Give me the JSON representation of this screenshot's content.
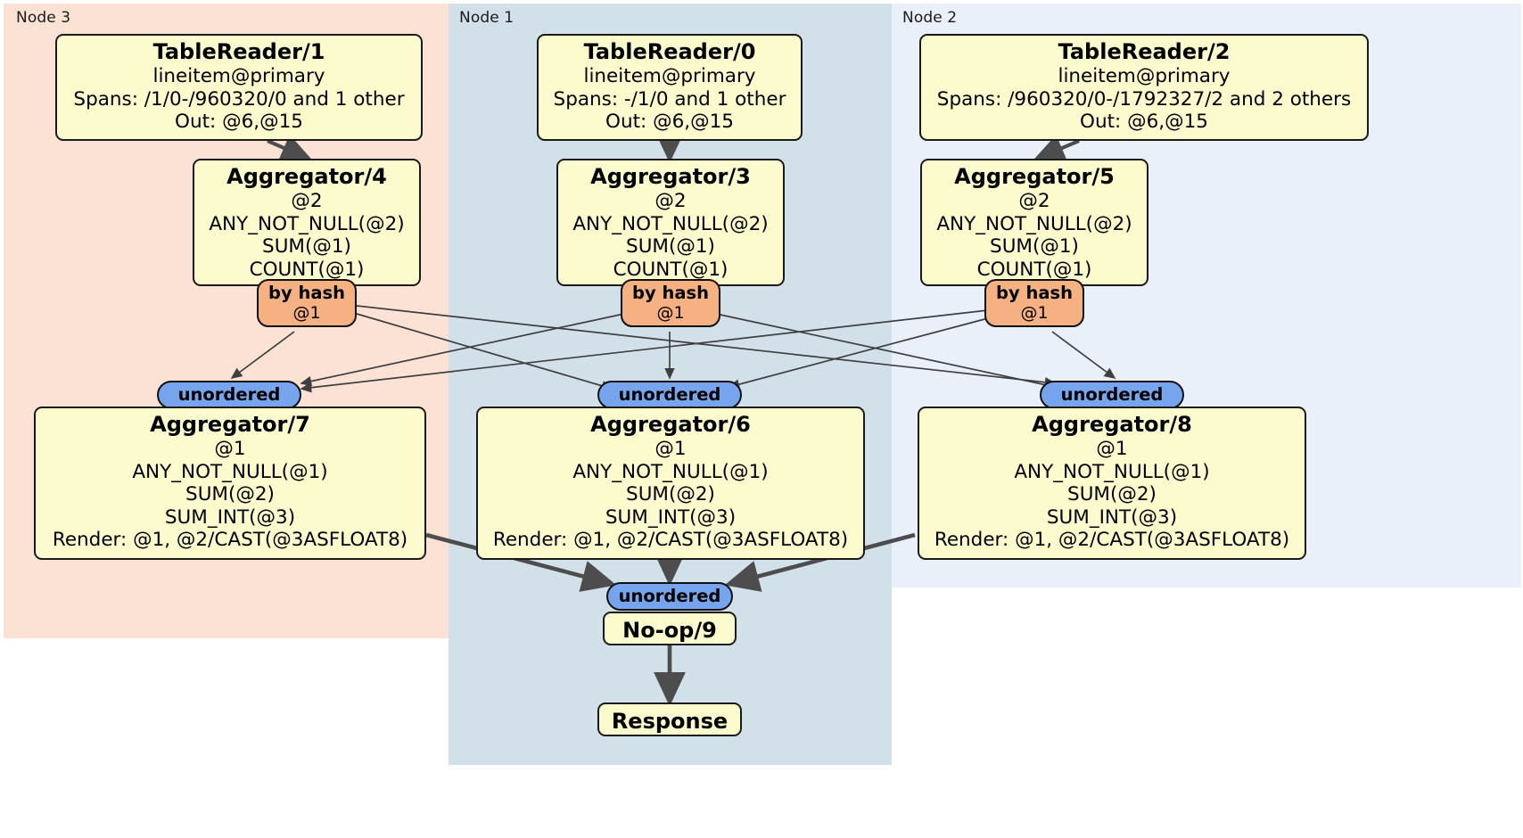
{
  "diagram": {
    "type": "distributed-query-plan",
    "panels": [
      {
        "id": "node3",
        "label": "Node 3",
        "color": "#fbe2d5"
      },
      {
        "id": "node1",
        "label": "Node 1",
        "color": "#d2e0ea"
      },
      {
        "id": "node2",
        "label": "Node 2",
        "color": "#eaf0fa"
      }
    ],
    "processors": [
      {
        "id": "tablereader1",
        "title": "TableReader/1",
        "lines": [
          "lineitem@primary",
          "Spans: /1/0-/960320/0 and 1 other",
          "Out: @6,@15"
        ],
        "panel": "node3"
      },
      {
        "id": "tablereader0",
        "title": "TableReader/0",
        "lines": [
          "lineitem@primary",
          "Spans: -/1/0 and 1 other",
          "Out: @6,@15"
        ],
        "panel": "node1"
      },
      {
        "id": "tablereader2",
        "title": "TableReader/2",
        "lines": [
          "lineitem@primary",
          "Spans: /960320/0-/1792327/2 and 2 others",
          "Out: @6,@15"
        ],
        "panel": "node2"
      },
      {
        "id": "aggregator4",
        "title": "Aggregator/4",
        "lines": [
          "@2",
          "ANY_NOT_NULL(@2)",
          "SUM(@1)",
          "COUNT(@1)"
        ],
        "panel": "node3"
      },
      {
        "id": "aggregator3",
        "title": "Aggregator/3",
        "lines": [
          "@2",
          "ANY_NOT_NULL(@2)",
          "SUM(@1)",
          "COUNT(@1)"
        ],
        "panel": "node1"
      },
      {
        "id": "aggregator5",
        "title": "Aggregator/5",
        "lines": [
          "@2",
          "ANY_NOT_NULL(@2)",
          "SUM(@1)",
          "COUNT(@1)"
        ],
        "panel": "node2"
      },
      {
        "id": "aggregator7",
        "title": "Aggregator/7",
        "lines": [
          "@1",
          "ANY_NOT_NULL(@1)",
          "SUM(@2)",
          "SUM_INT(@3)",
          "Render: @1, @2/CAST(@3ASFLOAT8)"
        ],
        "panel": "node3"
      },
      {
        "id": "aggregator6",
        "title": "Aggregator/6",
        "lines": [
          "@1",
          "ANY_NOT_NULL(@1)",
          "SUM(@2)",
          "SUM_INT(@3)",
          "Render: @1, @2/CAST(@3ASFLOAT8)"
        ],
        "panel": "node1"
      },
      {
        "id": "aggregator8",
        "title": "Aggregator/8",
        "lines": [
          "@1",
          "ANY_NOT_NULL(@1)",
          "SUM(@2)",
          "SUM_INT(@3)",
          "Render: @1, @2/CAST(@3ASFLOAT8)"
        ],
        "panel": "node2"
      }
    ],
    "routers": [
      {
        "id": "hash-left",
        "label": "by hash",
        "sublabel": "@1",
        "panel": "node3"
      },
      {
        "id": "hash-center",
        "label": "by hash",
        "sublabel": "@1",
        "panel": "node1"
      },
      {
        "id": "hash-right",
        "label": "by hash",
        "sublabel": "@1",
        "panel": "node2"
      }
    ],
    "synchronizers": [
      {
        "id": "unordered-left",
        "label": "unordered",
        "panel": "node3"
      },
      {
        "id": "unordered-center",
        "label": "unordered",
        "panel": "node1"
      },
      {
        "id": "unordered-right",
        "label": "unordered",
        "panel": "node2"
      },
      {
        "id": "unordered-final",
        "label": "unordered",
        "panel": "node1"
      }
    ],
    "terminals": [
      {
        "id": "noop9",
        "label": "No-op/9",
        "panel": "node1"
      },
      {
        "id": "response",
        "label": "Response",
        "panel": "node1"
      }
    ],
    "colors": {
      "processor_fill": "#fbfbcd",
      "router_fill": "#f6b183",
      "sync_fill": "#76a5ee",
      "node3_fill": "#fbe2d5",
      "node1_fill": "#d2e0ea",
      "node2_fill": "#eaf0fa",
      "stroke": "#1a1a1a",
      "edge": "#4d4d4d"
    }
  }
}
